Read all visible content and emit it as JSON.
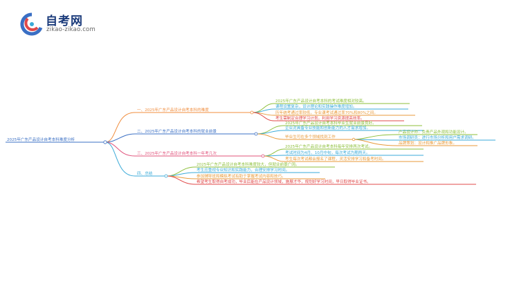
{
  "logo": {
    "title": "自考网",
    "subtitle": "zikao-zikao.com",
    "icon": "zikao-logo-icon"
  },
  "colors": {
    "root": "#3a6fc4",
    "branch1": "#f08c3c",
    "branch2": "#3a6fc4",
    "branch3": "#e0507a",
    "branch4": "#3aaad8",
    "leaf1": "#8cbf3a",
    "leaf2": "#3aaad8",
    "leaf3": "#e89a3a",
    "leaf4": "#e04848"
  },
  "root": {
    "label": "2025年广东产品设计自考本科难度分析"
  },
  "branches": [
    {
      "label": "一、2025年广东产品设计自考本科的难度",
      "leaves": [
        "2025年广东产品设计自考本科的考试难度相对较高。",
        "课程设置复杂，设计理论和实践操作难度增加。",
        "历年统考通过率较低，专业课考试通过率70%和80%之间。",
        "考生需制定合理学习计划，利用学习资源提高效率。"
      ]
    },
    {
      "label": "二、2025年广东产品设计自考本科的就业前景",
      "leaves": [
        "2025年广东产品设计自考本科毕业生就业前景良好。",
        "企业对具备专业技能和创新能力的人才需求增加。"
      ],
      "sub": {
        "label": "毕业生可在多个领域找到工作",
        "items": [
          "产品设计师：负责产品外观和功能设计。",
          "市场调研员：进行市场分析和用户需求调研。",
          "品牌策划：设计和推广品牌形象。"
        ]
      }
    },
    {
      "label": "三、2025年广东产品设计自考本科一年考几次",
      "leaves": [
        "2025年广东产品设计自考本科每年安排两次考试。",
        "考试时间为4月、10月中旬，每次考试为期两天。",
        "考生每次考试都会报名了课程，灵活安排学习和备考时间。"
      ]
    },
    {
      "label": "四、总结",
      "leaves": [
        "2025年广东产品设计自考本科难度较大，但就业前景广阔。",
        "考生应重视专业知识和实践能力，合理安排学习时间。",
        "参加辅导班和模拟考试有助于掌握考试内容和技巧。",
        "希望考生取得自考成功，毕业后能在产品设计领域，施展才华，规划好学习时间，早日取得毕业证书。"
      ]
    }
  ]
}
